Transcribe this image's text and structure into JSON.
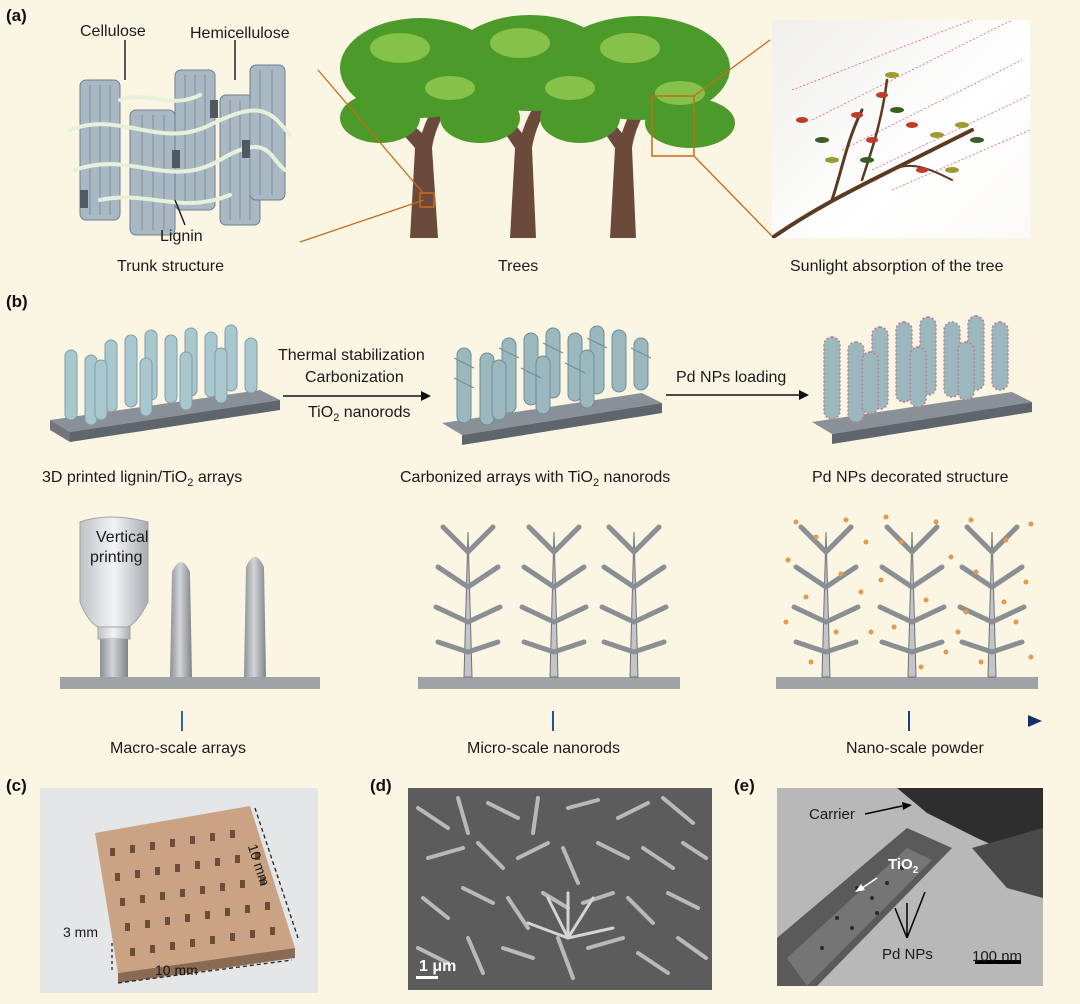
{
  "panels": {
    "a": "(a)",
    "b": "(b)",
    "c": "(c)",
    "d": "(d)",
    "e": "(e)"
  },
  "panel_a": {
    "cellulose": "Cellulose",
    "hemicellulose": "Hemicellulose",
    "lignin": "Lignin",
    "trunk_caption": "Trunk structure",
    "trees_caption": "Trees",
    "sunlight_caption": "Sunlight absorption of the tree"
  },
  "panel_b": {
    "step1_line1": "Thermal stabilization",
    "step1_line2": "Carbonization",
    "step1_line3_pre": "TiO",
    "step1_line3_sub": "2",
    "step1_line3_post": " nanorods",
    "step2": "Pd NPs loading",
    "caption1_pre": "3D printed lignin/TiO",
    "caption1_sub": "2",
    "caption1_post": " arrays",
    "caption2_pre": "Carbonized arrays with TiO",
    "caption2_sub": "2",
    "caption2_post": " nanorods",
    "caption3": "Pd NPs decorated structure",
    "nozzle_line1": "Vertical",
    "nozzle_line2": "printing",
    "scale1": "Macro-scale arrays",
    "scale2": "Micro-scale nanorods",
    "scale3": "Nano-scale powder"
  },
  "panel_c": {
    "dim_right": "10 mm",
    "dim_bottom": "10 mm",
    "dim_height": "3 mm"
  },
  "panel_d": {
    "scalebar": "1 μm"
  },
  "panel_e": {
    "carrier": "Carrier",
    "tio2_pre": "TiO",
    "tio2_sub": "2",
    "pd": "Pd NPs",
    "scalebar": "100 nm"
  }
}
